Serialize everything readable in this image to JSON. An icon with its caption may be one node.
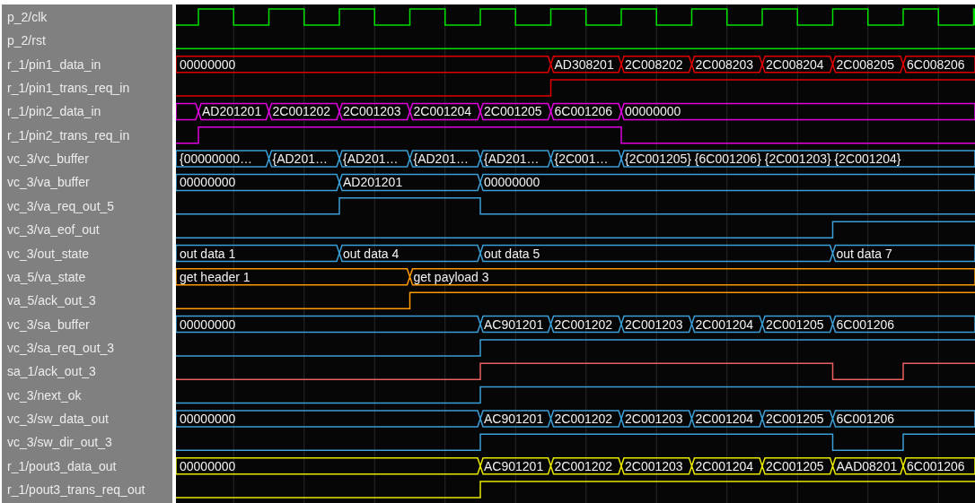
{
  "diagram": {
    "labels": [
      "p_2/clk",
      "p_2/rst",
      "r_1/pin1_data_in",
      "00000000",
      "AD308201",
      "2C008202",
      "2C008203",
      "2C008204",
      "2C008205",
      "6C008206",
      "r_1/pin1_trans_req_in",
      "r_1/pin2_data_in",
      "AD201201",
      "2C001202",
      "2C001203",
      "2C001204",
      "2C001205",
      "6C001206",
      "00000000",
      "r_1/pin2_trans_req_in",
      "vc_3/vc_buffer",
      "{00000000…",
      "{AD201…",
      "{AD201…",
      "{AD201…",
      "{AD201…",
      "{2C001…",
      "{2C001205} {6C001206} {2C001203} {2C001204}",
      "vc_3/va_buffer",
      "00000000",
      "AD201201",
      "00000000",
      "vc_3/va_req_out_5",
      "vc_3/va_eof_out",
      "vc_3/out_state",
      "out data 1",
      "out data 4",
      "out data 5",
      "out data 7",
      "va_5/va_state",
      "get header 1",
      "get payload 3",
      "va_5/ack_out_3",
      "vc_3/sa_buffer",
      "00000000",
      "AC901201",
      "2C001202",
      "2C001203",
      "2C001204",
      "2C001205",
      "6C001206",
      "vc_3/sa_req_out_3",
      "sa_1/ack_out_3",
      "vc_3/next_ok",
      "vc_3/sw_data_out",
      "00000000",
      "AC901201",
      "2C001202",
      "2C001203",
      "2C001204",
      "2C001205",
      "6C001206",
      "vc_3/sw_dir_out_3",
      "r_1/pout3_data_out",
      "00000000",
      "AC901201",
      "2C001202",
      "2C001203",
      "2C001204",
      "2C001205",
      "AAD08201",
      "6C001206",
      "r_1/pout3_trans_req_out"
    ]
  }
}
